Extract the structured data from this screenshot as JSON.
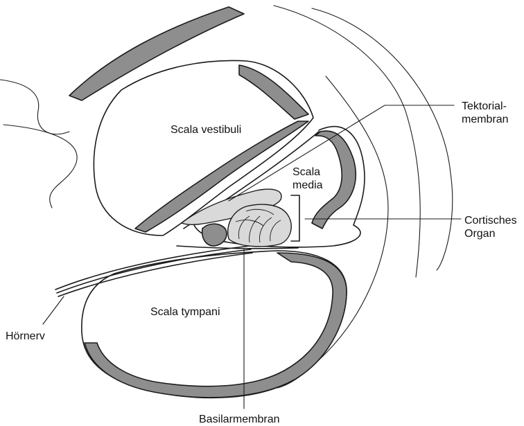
{
  "labels": {
    "scala_vestibuli": "Scala vestibuli",
    "scala_media_1": "Scala",
    "scala_media_2": "media",
    "scala_tympani": "Scala tympani",
    "tektorial_1": "Tektorial-",
    "tektorial_2": "membran",
    "cortisches_1": "Cortisches",
    "cortisches_2": "Organ",
    "hoernerv": "Hörnerv",
    "basilarmembran": "Basilarmembran"
  },
  "colors": {
    "bone": "#8e8e8e",
    "membrane": "#d9d9d9",
    "outline": "#1a1a1a"
  }
}
